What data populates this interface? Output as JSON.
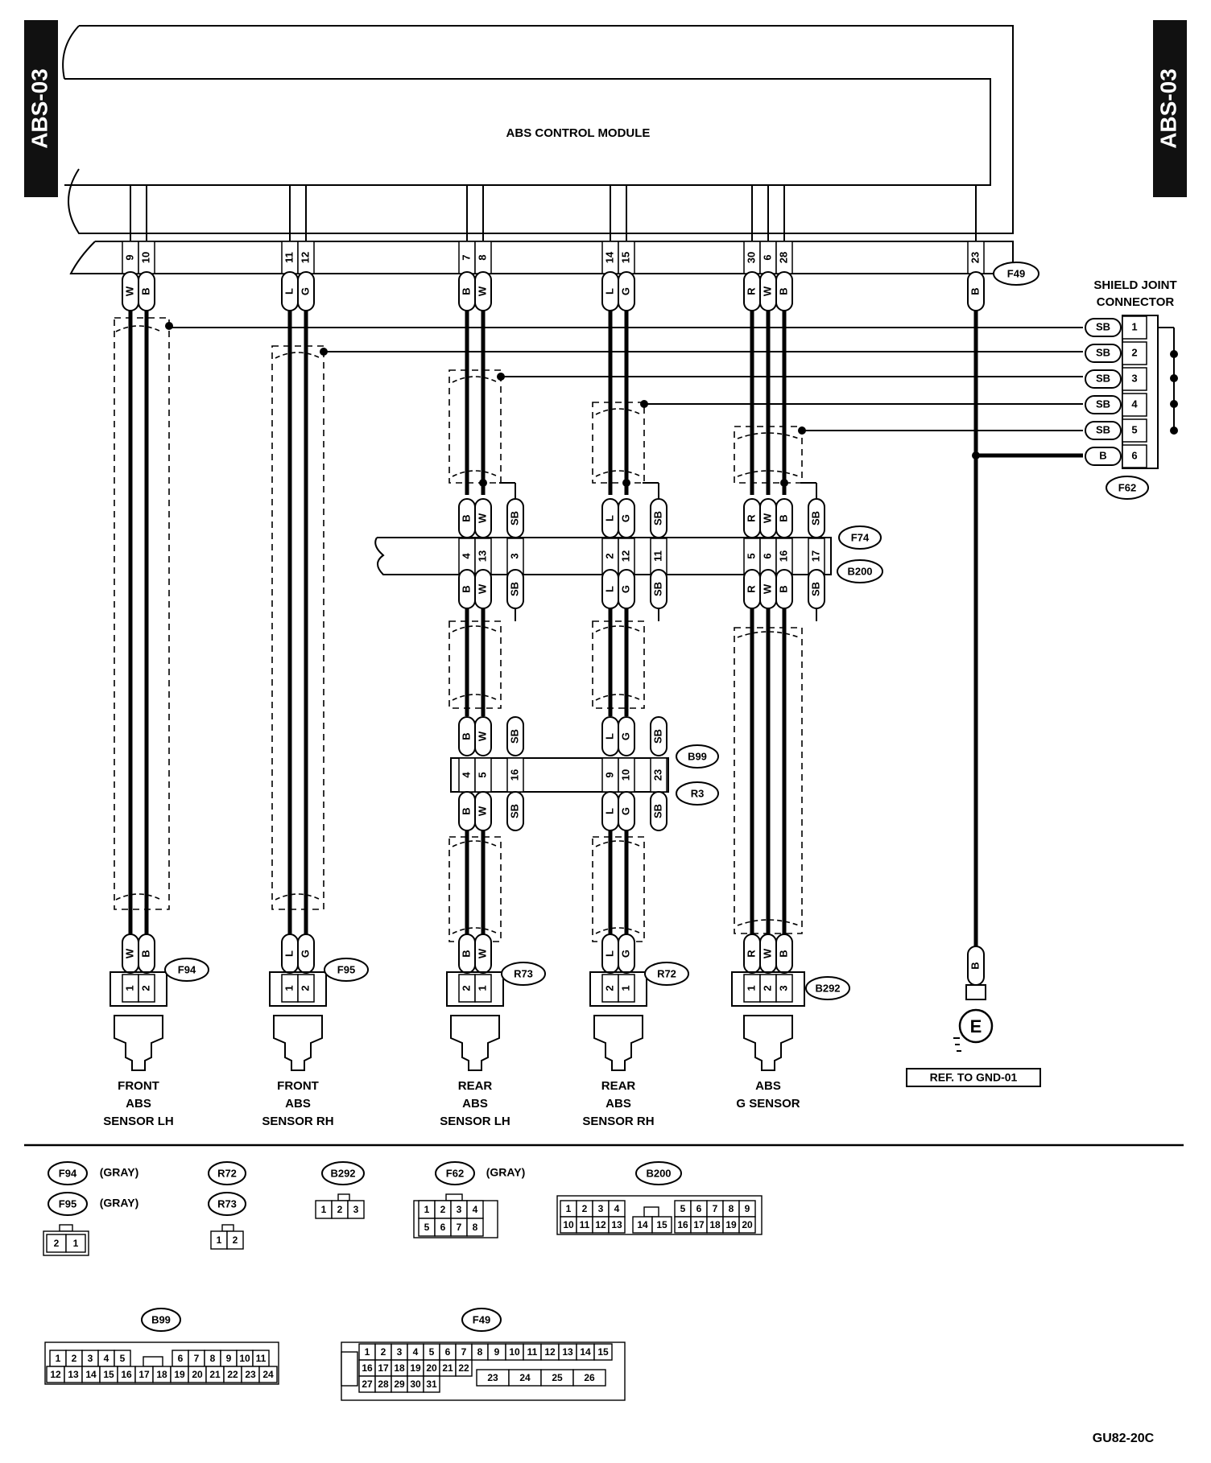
{
  "page": {
    "tag_left": "ABS-03",
    "tag_right": "ABS-03",
    "figure_code": "GU82-20C"
  },
  "module": {
    "label": "ABS CONTROL MODULE",
    "connector": "F49"
  },
  "shield_joint": {
    "label": [
      "SHIELD JOINT",
      "CONNECTOR"
    ],
    "connector": "F62",
    "terminals": [
      [
        "SB",
        "1"
      ],
      [
        "SB",
        "2"
      ],
      [
        "SB",
        "3"
      ],
      [
        "SB",
        "4"
      ],
      [
        "SB",
        "5"
      ],
      [
        "B",
        "6"
      ]
    ]
  },
  "ground": {
    "wire": "B",
    "symbol": "E",
    "ref": "REF. TO GND-01"
  },
  "module_pins": [
    "9",
    "10",
    "11",
    "12",
    "7",
    "8",
    "14",
    "15",
    "30",
    "6",
    "28",
    "23"
  ],
  "module_wires": [
    "W",
    "B",
    "L",
    "G",
    "B",
    "W",
    "L",
    "G",
    "R",
    "W",
    "B",
    "B"
  ],
  "harness_f74": {
    "label": "F74",
    "wires": [
      "B",
      "W",
      "SB",
      "L",
      "G",
      "SB",
      "R",
      "W",
      "B",
      "SB"
    ]
  },
  "harness_b200": {
    "label": "B200",
    "pins": [
      "4",
      "13",
      "3",
      "2",
      "12",
      "11",
      "5",
      "6",
      "16",
      "17"
    ],
    "wires": [
      "B",
      "W",
      "SB",
      "L",
      "G",
      "SB",
      "R",
      "W",
      "B",
      "SB"
    ]
  },
  "harness_b99": {
    "label": "B99",
    "wires": [
      "B",
      "W",
      "SB",
      "L",
      "G",
      "SB"
    ],
    "pins": [
      "4",
      "5",
      "16",
      "9",
      "10",
      "23"
    ]
  },
  "harness_r3": {
    "label": "R3",
    "wires": [
      "B",
      "W",
      "SB",
      "L",
      "G",
      "SB"
    ]
  },
  "sensors": [
    {
      "id": "fl",
      "conn": "F94",
      "wires": [
        "W",
        "B"
      ],
      "pins": [
        "1",
        "2"
      ],
      "name": [
        "FRONT",
        "ABS",
        "SENSOR LH"
      ]
    },
    {
      "id": "fr",
      "conn": "F95",
      "wires": [
        "L",
        "G"
      ],
      "pins": [
        "1",
        "2"
      ],
      "name": [
        "FRONT",
        "ABS",
        "SENSOR RH"
      ]
    },
    {
      "id": "rl",
      "conn": "R73",
      "wires": [
        "B",
        "W"
      ],
      "pins": [
        "2",
        "1"
      ],
      "name": [
        "REAR",
        "ABS",
        "SENSOR LH"
      ]
    },
    {
      "id": "rr",
      "conn": "R72",
      "wires": [
        "L",
        "G"
      ],
      "pins": [
        "2",
        "1"
      ],
      "name": [
        "REAR",
        "ABS",
        "SENSOR RH"
      ]
    },
    {
      "id": "g",
      "conn": "B292",
      "wires": [
        "R",
        "W",
        "B"
      ],
      "pins": [
        "1",
        "2",
        "3"
      ],
      "name": [
        "ABS",
        "G SENSOR"
      ]
    }
  ],
  "legend": {
    "f94": {
      "id": "F94",
      "note": "(GRAY)"
    },
    "f95": {
      "id": "F95",
      "note": "(GRAY)",
      "pins": [
        "2",
        "1"
      ]
    },
    "r72": {
      "id": "R72"
    },
    "r73": {
      "id": "R73",
      "pins": [
        "1",
        "2"
      ]
    },
    "b292": {
      "id": "B292",
      "pins": [
        "1",
        "2",
        "3"
      ]
    },
    "f62": {
      "id": "F62",
      "note": "(GRAY)",
      "row1": [
        "1",
        "2",
        "3",
        "4"
      ],
      "row2": [
        "5",
        "6",
        "7",
        "8"
      ]
    },
    "b200": {
      "id": "B200",
      "row1a": [
        "1",
        "2",
        "3",
        "4"
      ],
      "row1b": [
        "5",
        "6",
        "7",
        "8",
        "9"
      ],
      "row2": [
        "10",
        "11",
        "12",
        "13",
        "14",
        "15",
        "16",
        "17",
        "18",
        "19",
        "20"
      ]
    },
    "b99": {
      "id": "B99",
      "row1a": [
        "1",
        "2",
        "3",
        "4",
        "5"
      ],
      "row1b": [
        "6",
        "7",
        "8",
        "9",
        "10",
        "11"
      ],
      "row2": [
        "12",
        "13",
        "14",
        "15",
        "16",
        "17",
        "18",
        "19",
        "20",
        "21",
        "22",
        "23",
        "24"
      ]
    },
    "f49": {
      "id": "F49",
      "row1": [
        "1",
        "2",
        "3",
        "4",
        "5",
        "6",
        "7",
        "8",
        "9",
        "10",
        "11",
        "12",
        "13",
        "14",
        "15"
      ],
      "row2": [
        "16",
        "17",
        "18",
        "19",
        "20",
        "21",
        "22"
      ],
      "row2b": [
        "23",
        "24",
        "25",
        "26"
      ],
      "row3": [
        "27",
        "28",
        "29",
        "30",
        "31"
      ]
    }
  }
}
